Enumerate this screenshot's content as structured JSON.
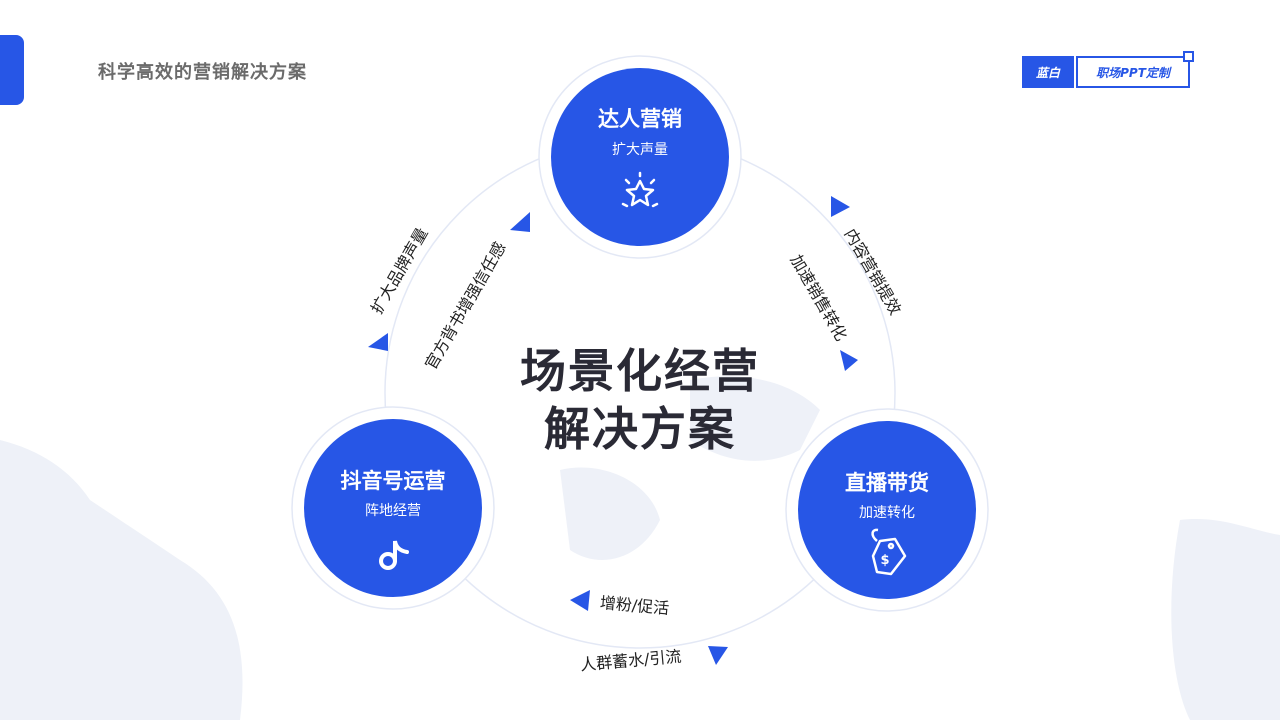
{
  "header": {
    "title": "科学高效的营销解决方案",
    "brand_tag": "蓝白",
    "brand_name": "职场PPT定制"
  },
  "colors": {
    "accent": "#2756e6",
    "ring": "#e3e8f5",
    "map": "#eef1f8"
  },
  "center": {
    "line1": "场景化经营",
    "line2": "解决方案"
  },
  "nodes": [
    {
      "title": "达人营销",
      "subtitle": "扩大声量",
      "icon": "sparkle-star-icon"
    },
    {
      "title": "抖音号运营",
      "subtitle": "阵地经营",
      "icon": "tiktok-icon"
    },
    {
      "title": "直播带货",
      "subtitle": "加速转化",
      "icon": "price-tag-icon"
    }
  ],
  "flows": {
    "left_outer": "扩大品牌声量",
    "left_inner": "官方背书增强信任感",
    "right_outer": "内容营销提效",
    "right_inner": "加速销售转化",
    "bottom_inner": "增粉/促活",
    "bottom_outer": "人群蓄水/引流"
  }
}
